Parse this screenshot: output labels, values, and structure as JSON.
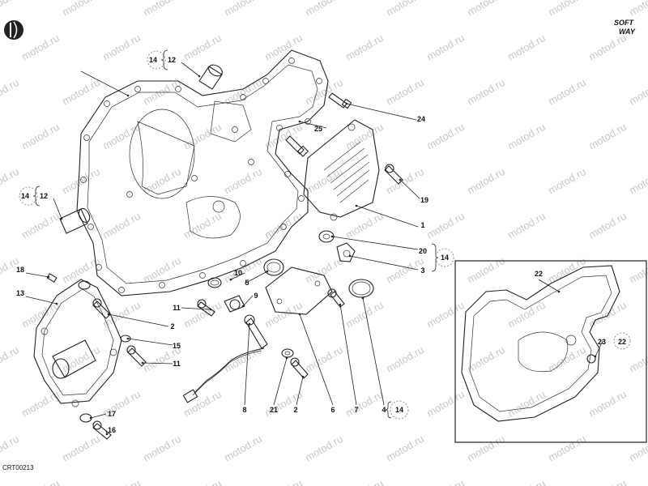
{
  "logo": {
    "line1": "SOFT",
    "line2": "WAY",
    "icon": "ducati-emblem-icon"
  },
  "code": "CRT00213",
  "watermark": "motod.ru",
  "callouts": [
    "14",
    "12",
    "14",
    "12",
    "25",
    "24",
    "19",
    "1",
    "20",
    "3",
    "14",
    "22",
    "23",
    "22",
    "18",
    "13",
    "10",
    "5",
    "9",
    "11",
    "2",
    "15",
    "11",
    "17",
    "16",
    "8",
    "21",
    "2",
    "6",
    "7",
    "4",
    "14"
  ],
  "colors": {
    "line": "#222222",
    "watermark": "#c8c8c8",
    "dash_box": "#999999"
  }
}
